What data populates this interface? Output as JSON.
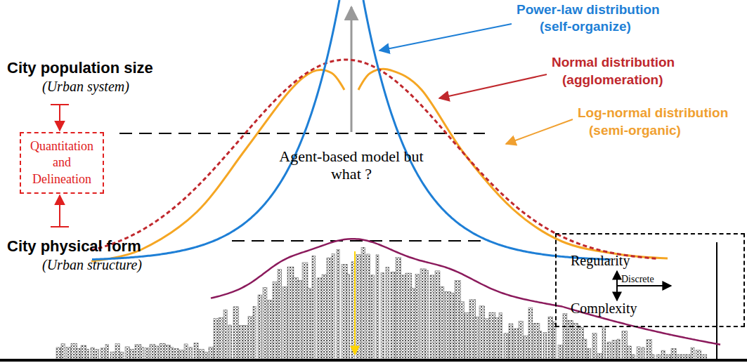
{
  "diagram": {
    "nodes": [
      {
        "text": [
          "Quantitation and Delineation"
        ]
      },
      {
        "text": [
          "Regularity",
          "Complexity",
          "Discrete"
        ]
      }
    ],
    "labels": [
      "City population size",
      "(Urban system)",
      "City physical form",
      "(Urban structure)",
      "Power-law distribution",
      "(self-organize)",
      "Normal distribution",
      "(agglomeration)",
      "Log-normal distribution",
      "(semi-organic)",
      "Agent-based model but what ?"
    ]
  }
}
